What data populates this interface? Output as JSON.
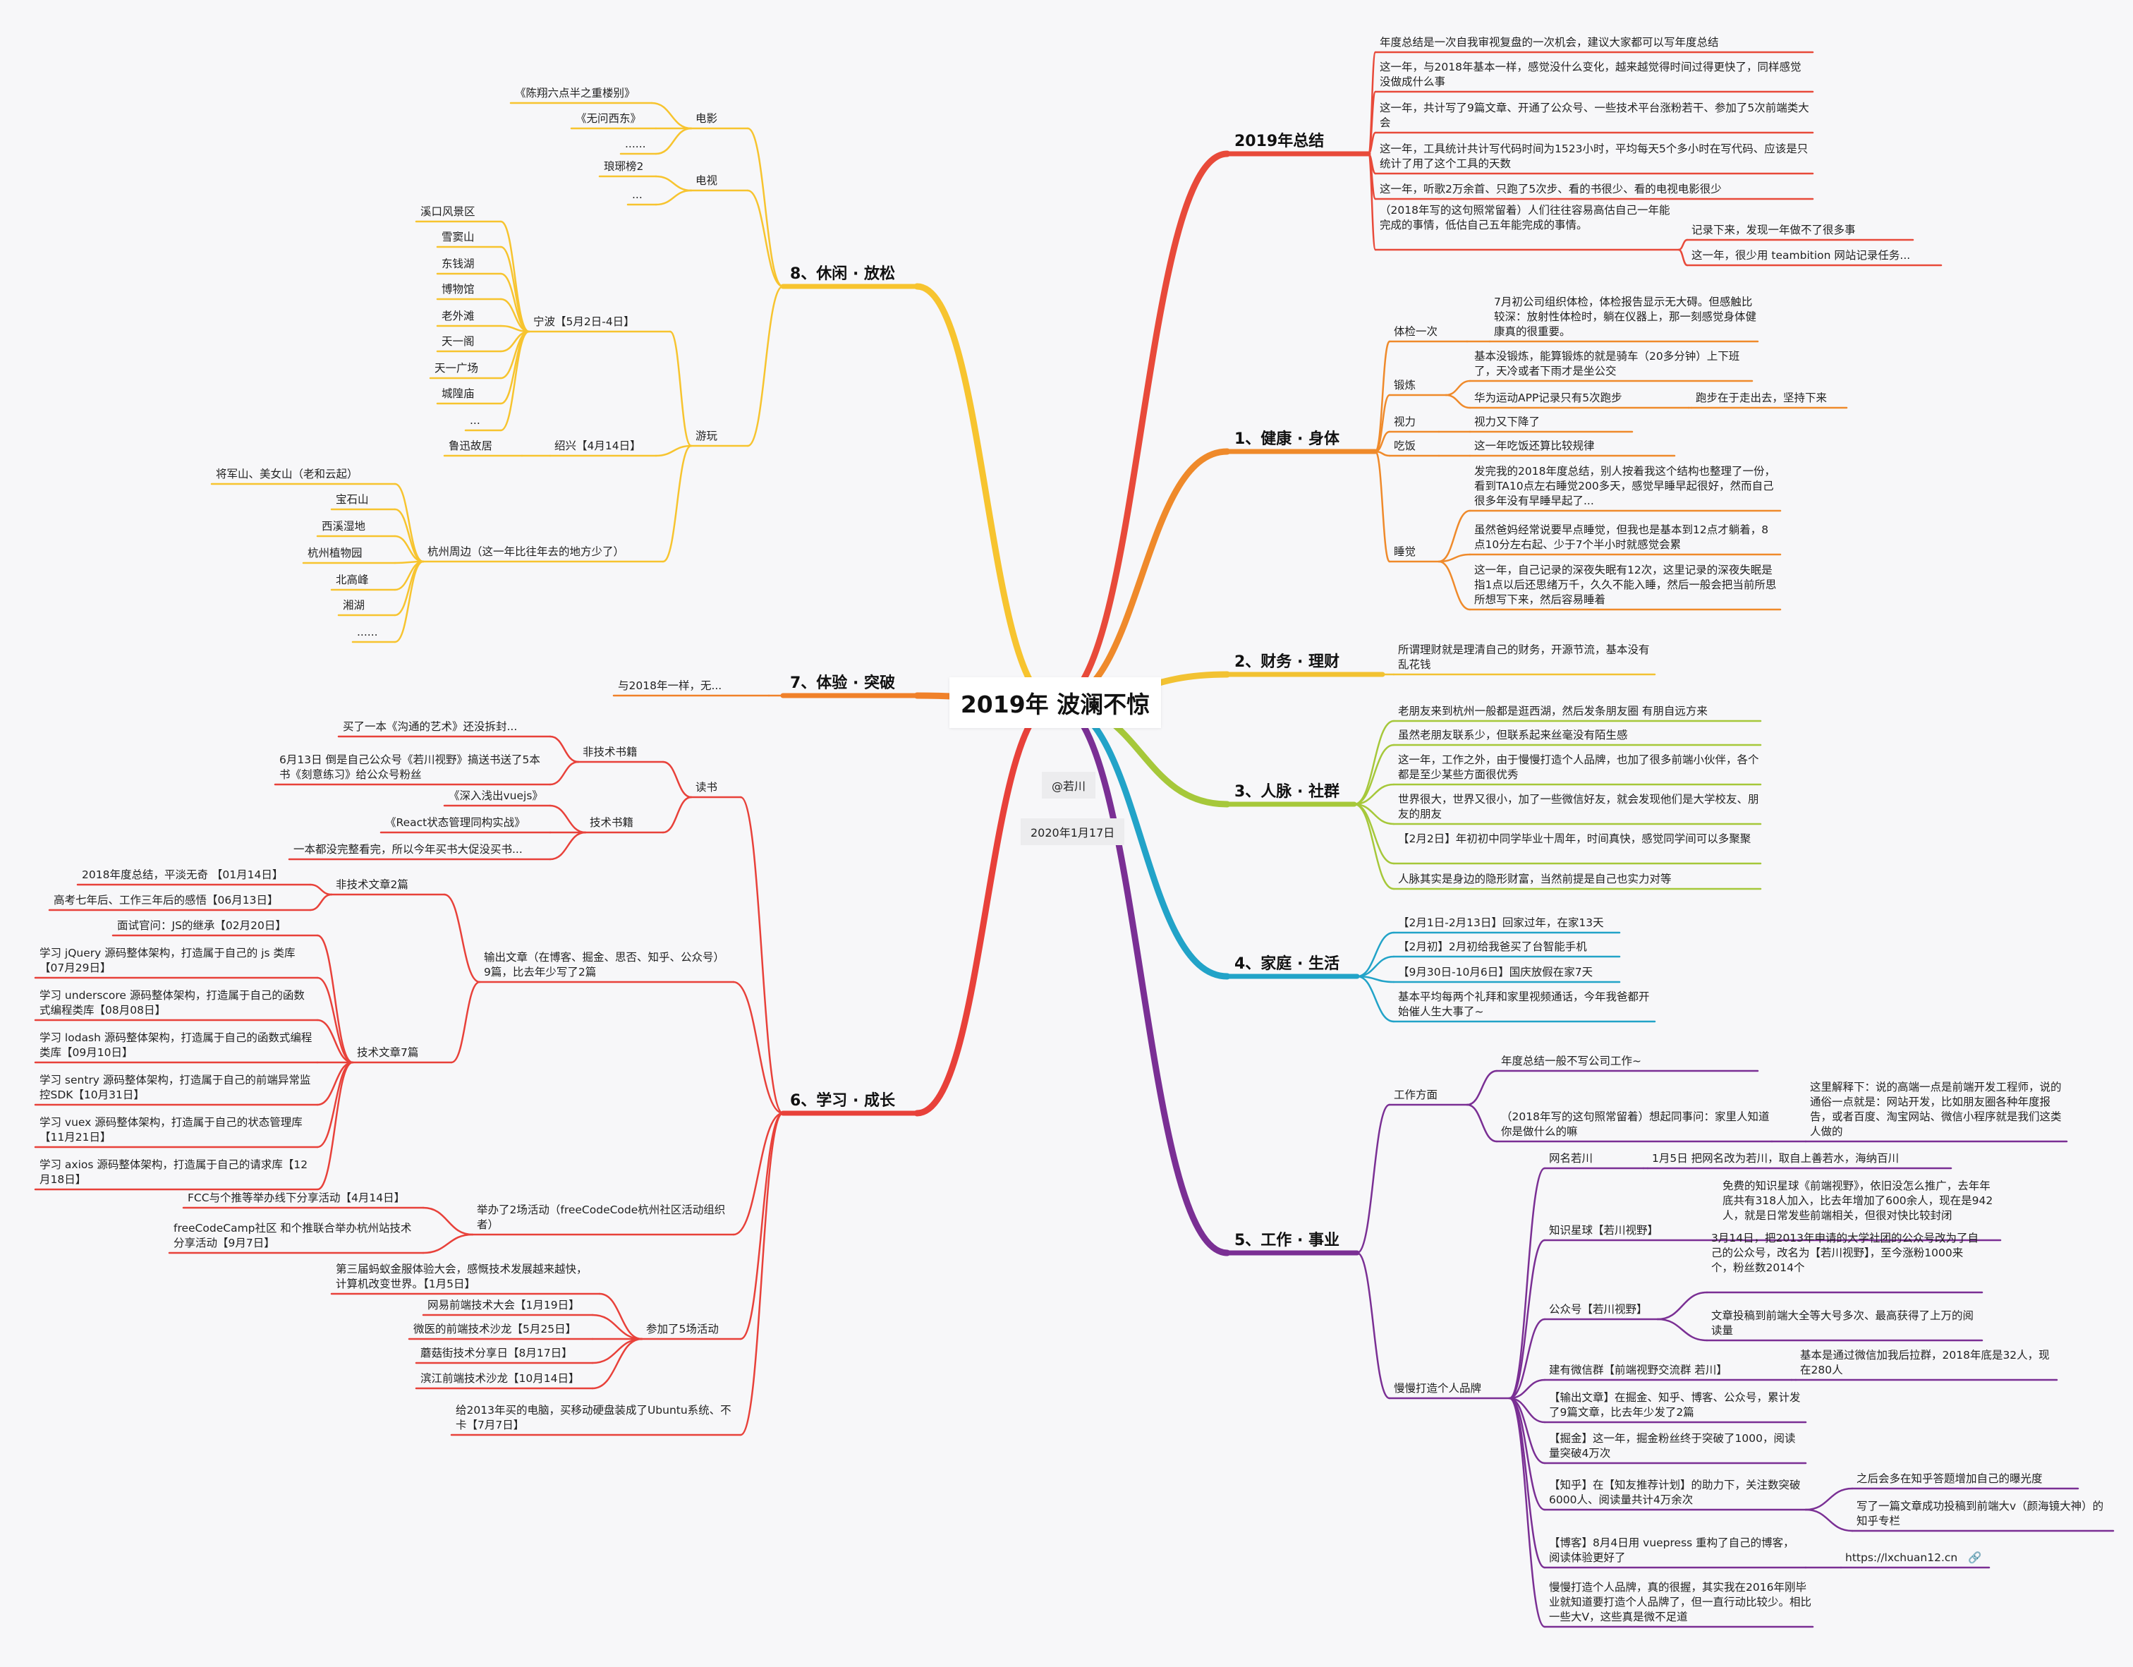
{
  "root": {
    "title": "2019年 波澜不惊",
    "author": "@若川",
    "date": "2020年1月17日"
  },
  "colors": {
    "b0": "#e84a3a",
    "b1": "#ef8a2b",
    "b2": "#f2c232",
    "b3": "#a6c83a",
    "b4": "#22a3c8",
    "b5": "#7a2f94",
    "b6": "#e8413a",
    "b7": "#f0812a",
    "b8": "#f7c42f"
  },
  "branches": {
    "b0": {
      "label": "2019年总结",
      "items": [
        "年度总结是一次自我审视复盘的一次机会，建议大家都可以写年度总结",
        "这一年，与2018年基本一样，感觉没什么变化，越来越觉得时间过得更快了，同样感觉没做成什么事",
        "这一年，共计写了9篇文章、开通了公众号、一些技术平台涨粉若干、参加了5次前端类大会",
        "这一年，工具统计共计写代码时间为1523小时，平均每天5个多小时在写代码、应该是只统计了用了这个工具的天数",
        "这一年，听歌2万余首、只跑了5次步、看的书很少、看的电视电影很少",
        "（2018年写的这句照常留着）人们往往容易高估自己一年能完成的事情，低估自己五年能完成的事情。",
        "记录下来，发现一年做不了很多事",
        "这一年，很少用 teambition 网站记录任务..."
      ]
    },
    "b1": {
      "label": "1、健康 · 身体",
      "items": [
        "体检一次",
        "7月初公司组织体检，体检报告显示无大碍。但感触比较深：放射性体检时，躺在仪器上，那一刻感觉身体健康真的很重要。",
        "锻炼",
        "基本没锻炼，能算锻炼的就是骑车（20多分钟）上下班了，天冷或者下雨才是坐公交",
        "华为运动APP记录只有5次跑步",
        "跑步在于走出去，坚持下来",
        "视力",
        "视力又下降了",
        "吃饭",
        "这一年吃饭还算比较规律",
        "睡觉",
        "发完我的2018年度总结，别人按着我这个结构也整理了一份，看到TA10点左右睡觉200多天，感觉早睡早起很好，然而自己很多年没有早睡早起了...",
        "虽然爸妈经常说要早点睡觉，但我也是基本到12点才躺着，8点10分左右起、少于7个半小时就感觉会累",
        "这一年，自己记录的深夜失眠有12次，这里记录的深夜失眠是指1点以后还思绪万千，久久不能入睡，然后一般会把当前所思所想写下来，然后容易睡着"
      ]
    },
    "b2": {
      "label": "2、财务 · 理财",
      "items": [
        "所谓理财就是理清自己的财务，开源节流，基本没有乱花钱"
      ]
    },
    "b3": {
      "label": "3、人脉 · 社群",
      "items": [
        "老朋友来到杭州一般都是逛西湖，然后发条朋友圈 有朋自远方来",
        "虽然老朋友联系少，但联系起来丝毫没有陌生感",
        "这一年，工作之外，由于慢慢打造个人品牌，也加了很多前端小伙伴，各个都是至少某些方面很优秀",
        "世界很大，世界又很小，加了一些微信好友，就会发现他们是大学校友、朋友的朋友",
        "【2月2日】年初初中同学毕业十周年，时间真快，感觉同学间可以多聚聚",
        "人脉其实是身边的隐形财富，当然前提是自己也实力对等"
      ]
    },
    "b4": {
      "label": "4、家庭 · 生活",
      "items": [
        "【2月1日-2月13日】回家过年，在家13天",
        "【2月初】2月初给我爸买了台智能手机",
        "【9月30日-10月6日】国庆放假在家7天",
        "基本平均每两个礼拜和家里视频通话，今年我爸都开始催人生大事了~"
      ]
    },
    "b5": {
      "label": "5、工作 · 事业",
      "items": [
        "工作方面",
        "年度总结一般不写公司工作~",
        "（2018年写的这句照常留着）想起同事问：家里人知道你是做什么的嘛",
        "这里解释下：说的高端一点是前端开发工程师，说的通俗一点就是：网站开发，比如朋友圈各种年度报告，或者百度、淘宝网站、微信小程序就是我们这类人做的",
        "慢慢打造个人品牌",
        "网名若川",
        "1月5日 把网名改为若川，取自上善若水，海纳百川",
        "知识星球【若川视野】",
        "免费的知识星球《前端视野》，依旧没怎么推广，去年年底共有318人加入，比去年增加了600余人，现在是942人，就是日常发些前端相关，但很对快比较封闭",
        "公众号【若川视野】",
        "3月14日，把2013年申请的大学社团的公众号改为了自己的公众号，改名为【若川视野】，至今涨粉1000来个，粉丝数2014个",
        "文章投稿到前端大全等大号多次、最高获得了上万的阅读量",
        "建有微信群【前端视野交流群 若川】",
        "基本是通过微信加我后拉群，2018年底是32人，现在280人",
        "【输出文章】在掘金、知乎、博客、公众号，累计发了9篇文章，比去年少发了2篇",
        "【掘金】这一年，掘金粉丝终于突破了1000，阅读量突破4万次",
        "【知乎】在【知友推荐计划】的助力下，关注数突破6000人、阅读量共计4万余次",
        "之后会多在知乎答题增加自己的曝光度",
        "写了一篇文章成功投稿到前端大v（颜海镜大神）的知乎专栏",
        "【博客】8月4日用 vuepress 重构了自己的博客，阅读体验更好了",
        "https://lxchuan12.cn",
        "慢慢打造个人品牌，真的很握，其实我在2016年刚毕业就知道要打造个人品牌了，但一直行动比较少。相比一些大V，这些真是微不足道"
      ]
    },
    "b6": {
      "label": "6、学习 · 成长",
      "items": [
        "读书",
        "非技术书籍",
        "买了一本《沟通的艺术》还没拆封...",
        "6月13日 倒是自己公众号《若川视野》搞送书送了5本书《刻意练习》给公众号粉丝",
        "技术书籍",
        "《深入浅出vuejs》",
        "《React状态管理同构实战》",
        "一本都没完整看完，所以今年买书大促没买书...",
        "输出文章（在博客、掘金、思否、知乎、公众号）9篇，比去年少写了2篇",
        "非技术文章2篇",
        "2018年度总结，平淡无奇 【01月14日】",
        "高考七年后、工作三年后的感悟【06月13日】",
        "技术文章7篇",
        "面试官问：JS的继承【02月20日】",
        "学习 jQuery 源码整体架构，打造属于自己的 js 类库【07月29日】",
        "学习 underscore 源码整体架构，打造属于自己的函数式编程类库【08月08日】",
        "学习 lodash 源码整体架构，打造属于自己的函数式编程类库【09月10日】",
        "学习 sentry 源码整体架构，打造属于自己的前端异常监控SDK【10月31日】",
        "学习 vuex 源码整体架构，打造属于自己的状态管理库【11月21日】",
        "学习 axios 源码整体架构，打造属于自己的请求库【12月18日】",
        "举办了2场活动（freeCodeCode杭州社区活动组织者）",
        "FCC与个推等举办线下分享活动【4月14日】",
        "freeCodeCamp社区 和个推联合举办杭州站技术分享活动【9月7日】",
        "参加了5场活动",
        "第三届蚂蚁金服体验大会，感慨技术发展越来越快，计算机改变世界。【1月5日】",
        "网易前端技术大会【1月19日】",
        "微医的前端技术沙龙【5月25日】",
        "蘑菇街技术分享日【8月17日】",
        "滨江前端技术沙龙【10月14日】",
        "给2013年买的电脑，买移动硬盘装成了Ubuntu系统、不卡【7月7日】"
      ]
    },
    "b7": {
      "label": "7、体验 · 突破",
      "items": [
        "与2018年一样，无..."
      ]
    },
    "b8": {
      "label": "8、休闲 · 放松",
      "items": [
        "电影",
        "《陈翔六点半之重楼别》",
        "《无问西东》",
        "......",
        "电视",
        "琅琊榜2",
        "...",
        "游玩",
        "宁波【5月2日-4日】",
        "溪口风景区",
        "雪窦山",
        "东钱湖",
        "博物馆",
        "老外滩",
        "天一阁",
        "天一广场",
        "城隍庙",
        "...",
        "绍兴【4月14日】",
        "鲁迅故居",
        "杭州周边（这一年比往年去的地方少了）",
        "将军山、美女山（老和云起）",
        "宝石山",
        "西溪湿地",
        "杭州植物园",
        "北高峰",
        "湘湖",
        "......"
      ]
    }
  }
}
